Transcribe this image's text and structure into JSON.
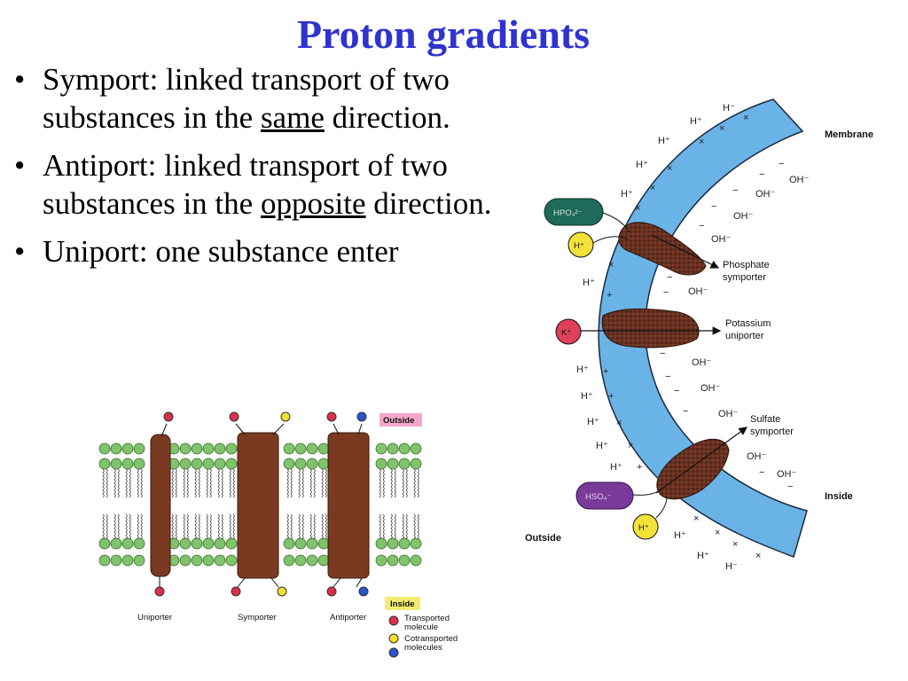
{
  "slide": {
    "title": "Proton gradients",
    "bullets": [
      {
        "pre": "Symport: linked transport of two substances in the ",
        "em": "same",
        "post": " direction."
      },
      {
        "pre": "Antiport: linked transport of two substances in the ",
        "em": "opposite",
        "post": " direction."
      },
      {
        "pre": "Uniport: one substance enter",
        "em": "",
        "post": ""
      }
    ],
    "bullet_char": "•"
  },
  "membrane_figure": {
    "labels": {
      "membrane": "Membrane",
      "inside": "Inside",
      "outside": "Outside",
      "phosphate": [
        "Phosphate",
        "symporter"
      ],
      "potassium": [
        "Potassium",
        "uniporter"
      ],
      "sulfate": [
        "Sulfate",
        "symporter"
      ]
    },
    "ions": {
      "h_plus": "H⁺",
      "h_minus": "H⁻",
      "oh": "OH⁻",
      "plus": "+",
      "minus": "−",
      "cross": "×",
      "hpo4": "HPO₄²⁻",
      "k_plus": "K⁺",
      "hso4": "HSO₄⁻"
    },
    "colors": {
      "membrane": "#6ab3e6",
      "protein": "#6a3222",
      "hpo4": "#1f6a5a",
      "h": "#f2e23a",
      "k": "#e0405a",
      "hso4": "#7a3a9a"
    }
  },
  "bilayer_figure": {
    "outside_label": "Outside",
    "inside_label": "Inside",
    "transporters": [
      "Uniporter",
      "Symporter",
      "Antiporter"
    ],
    "legend": [
      {
        "color": "#d8304e",
        "lines": [
          "Transported",
          "molecule"
        ]
      },
      {
        "color": "#f0e030",
        "lines": [
          "Cotransported",
          "molecules"
        ]
      },
      {
        "color": "#2855c8",
        "lines": [
          ""
        ]
      }
    ],
    "colors": {
      "head": "#7fc46a",
      "protein": "#7a3a22",
      "outside_bg": "#f4a8c8",
      "inside_bg": "#f4ec70"
    }
  }
}
